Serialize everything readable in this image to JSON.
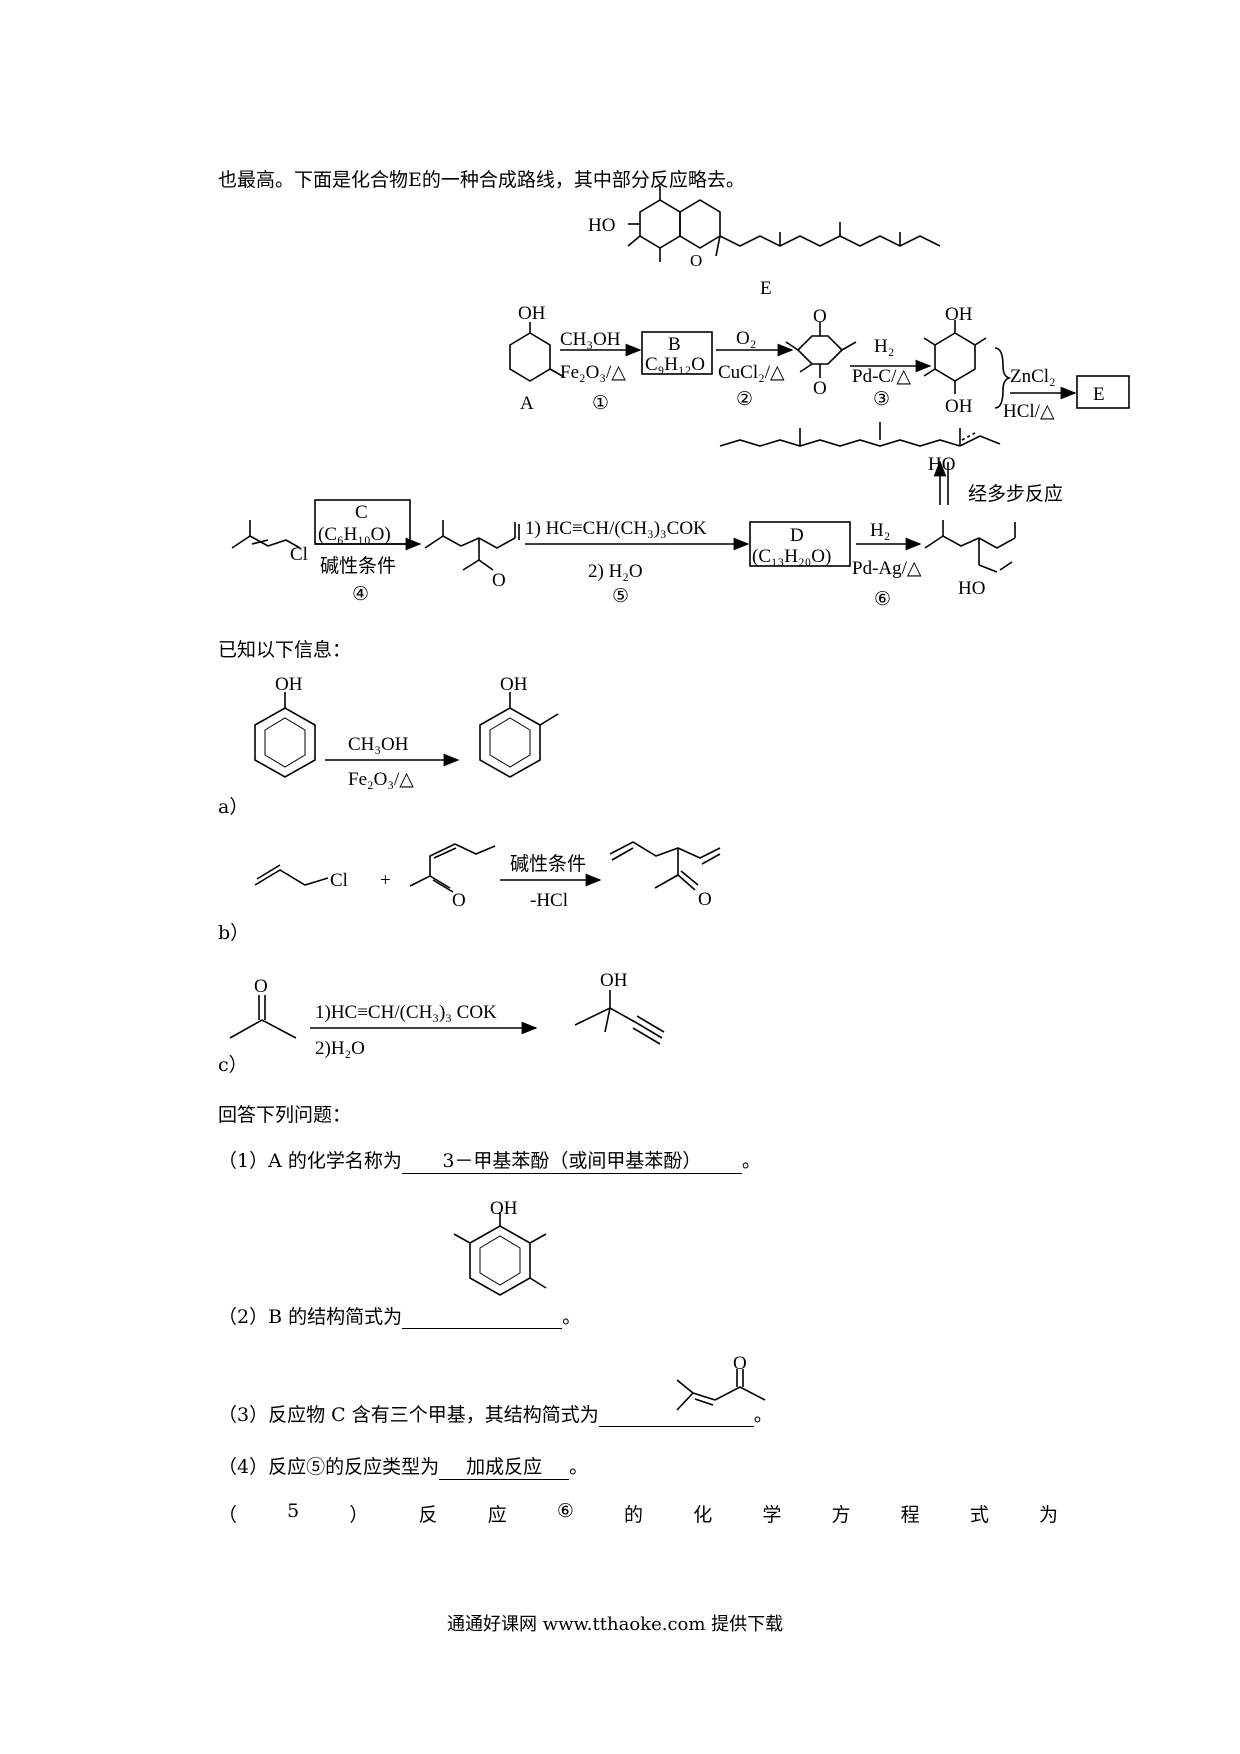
{
  "intro": "也最高。下面是化合物E的一种合成路线，其中部分反应略去。",
  "scheme": {
    "E_label": "E",
    "HO": "HO",
    "O": "O",
    "OH": "OH",
    "A_label": "A",
    "step1_top": "CH₃OH",
    "step1_bottom": "Fe₂O₃/△",
    "step1_num": "①",
    "B_top": "B",
    "B_formula": "C₉H₁₂O",
    "step2_top": "O₂",
    "step2_bottom": "CuCl₂/△",
    "step2_num": "②",
    "step3_top": "H₂",
    "step3_bottom": "Pd-C/△",
    "step3_num": "③",
    "final_top": "ZnCl₂",
    "final_bottom": "HCl/△",
    "E_box": "E",
    "multistep": "经多步反应",
    "Cl": "Cl",
    "C_top": "C",
    "C_formula": "(C₆H₁₀O)",
    "step4_bottom": "碱性条件",
    "step4_num": "④",
    "step5_top": "1) HC≡CH/(CH₃)₃COK",
    "step5_bottom": "2) H₂O",
    "step5_num": "⑤",
    "D_top": "D",
    "D_formula": "(C₁₃H₂₀O)",
    "step6_top": "H₂",
    "step6_bottom": "Pd-Ag/△",
    "step6_num": "⑥"
  },
  "known_title": "已知以下信息：",
  "known": {
    "a_label": "a）",
    "a_top": "CH₃OH",
    "a_bottom": "Fe₂O₃/△",
    "b_label": "b）",
    "b_plus": "+",
    "b_top": "碱性条件",
    "b_bottom": "-HCl",
    "c_label": "c）",
    "c_top": "1)HC≡CH/(CH₃)₃ COK",
    "c_bottom": "2)H₂O"
  },
  "questions_title": "回答下列问题：",
  "q1": {
    "prefix": "（1）A 的化学名称为",
    "answer": "3－甲基苯酚（或间甲基苯酚）",
    "suffix": "。"
  },
  "q2": {
    "prefix": "（2）B 的结构简式为",
    "suffix": "。"
  },
  "q3": {
    "prefix": "（3）反应物 C 含有三个甲基，其结构简式为",
    "suffix": "。"
  },
  "q4": {
    "prefix": "（4）反应⑤的反应类型为",
    "answer": "加成反应",
    "suffix": "。"
  },
  "q5_chars": [
    "（",
    "5",
    "）",
    "反",
    "应",
    "⑥",
    "的",
    "化",
    "学",
    "方",
    "程",
    "式",
    "为"
  ],
  "footer": "通通好课网  www.tthaoke.com  提供下载"
}
